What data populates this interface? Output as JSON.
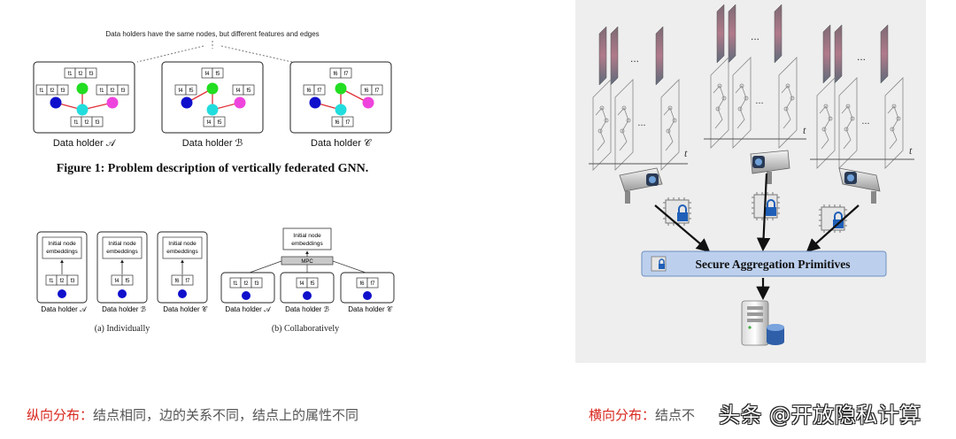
{
  "figure1": {
    "top_note": "Data holders have the same nodes, but different features and edges",
    "caption": "Figure 1: Problem description of vertically federated GNN.",
    "holders": [
      {
        "label": "Data holder 𝒜",
        "top_feats": [
          "f1",
          "f2",
          "f3"
        ],
        "left_feats": [
          "f1",
          "f2",
          "f3"
        ],
        "right_feats": [
          "f1",
          "f2",
          "f3"
        ],
        "bottom_feats": [
          "f1",
          "f2",
          "f3"
        ]
      },
      {
        "label": "Data holder ℬ",
        "top_feats": [
          "f4",
          "f5"
        ],
        "left_feats": [
          "f4",
          "f5"
        ],
        "right_feats": [
          "f4",
          "f5"
        ],
        "bottom_feats": [
          "f4",
          "f5"
        ]
      },
      {
        "label": "Data holder 𝒞",
        "top_feats": [
          "f6",
          "f7"
        ],
        "left_feats": [
          "f6",
          "f7"
        ],
        "right_feats": [
          "f6",
          "f7"
        ],
        "bottom_feats": [
          "f6",
          "f7"
        ]
      }
    ]
  },
  "figure2": {
    "embed_label_line1": "Initial node",
    "embed_label_line2": "embeddings",
    "mpc_label": "MPC",
    "sub_a_caption": "(a) Individually",
    "sub_b_caption": "(b) Collaboratively",
    "holders": [
      {
        "label": "Data holder 𝒜",
        "feats": [
          "f1",
          "f2",
          "f3"
        ]
      },
      {
        "label": "Data holder ℬ",
        "feats": [
          "f4",
          "f5"
        ]
      },
      {
        "label": "Data holder 𝒞",
        "feats": [
          "f6",
          "f7"
        ]
      }
    ]
  },
  "right_figure": {
    "ellipsis": "...",
    "time_axis": "t",
    "aggregation_label": "Secure Aggregation Primitives"
  },
  "captions": {
    "left_key": "纵向分布",
    "left_sep": "：",
    "left_text": "结点相同，边的关系不同，结点上的属性不同",
    "right_key": "横向分布",
    "right_sep": "：",
    "right_text": "结点不"
  },
  "watermark": "头条 @开放隐私计算",
  "colors": {
    "node_green": "#22dd22",
    "node_blue": "#1010cc",
    "node_cyan": "#22dddd",
    "node_magenta": "#ee44dd",
    "edge_red": "#e0303a",
    "caption_red": "#d8261e",
    "aggregation_fill": "#bcd0ee",
    "panel_bg": "#eeeeee"
  },
  "icons": [
    "security-camera-icon",
    "encrypted-chip-icon",
    "lock-icon",
    "server-database-icon",
    "video-frames-icon",
    "graph-snapshot-icon"
  ]
}
